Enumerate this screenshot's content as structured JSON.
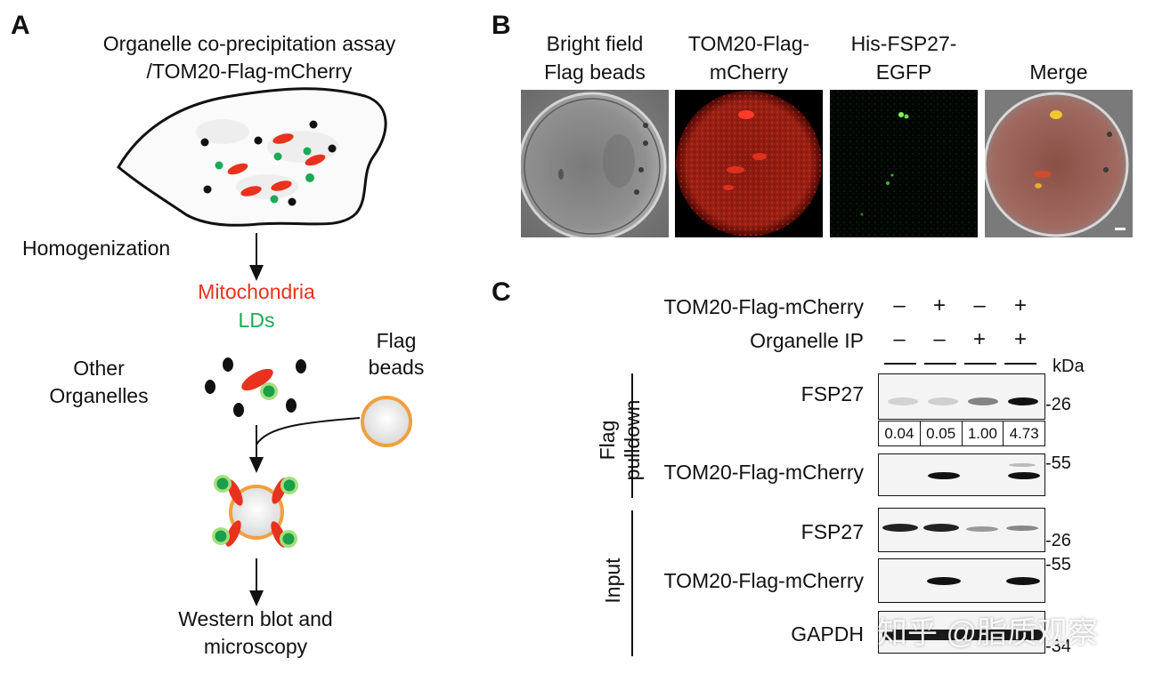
{
  "panels": {
    "a": "A",
    "b": "B",
    "c": "C"
  },
  "panel_a": {
    "title_line1": "Organelle co-precipitation assay",
    "title_line2": "/TOM20-Flag-mCherry",
    "step_homogenization": "Homogenization",
    "mitochondria": "Mitochondria",
    "lds": "LDs",
    "other_line1": "Other",
    "other_line2": "Organelles",
    "flag_line1": "Flag",
    "flag_line2": "beads",
    "final_line1": "Western blot and",
    "final_line2": "microscopy"
  },
  "panel_b": {
    "columns": [
      {
        "line1": "Bright field",
        "line2": "Flag beads"
      },
      {
        "line1": "TOM20-Flag-",
        "line2": "mCherry"
      },
      {
        "line1": "His-FSP27-",
        "line2": "EGFP"
      },
      {
        "line1": "",
        "line2": "Merge"
      }
    ]
  },
  "panel_c": {
    "row_tom20": "TOM20-Flag-mCherry",
    "row_ip": "Organelle IP",
    "tom20_signs": [
      "–",
      "+",
      "–",
      "+"
    ],
    "ip_signs": [
      "–",
      "–",
      "+",
      "+"
    ],
    "kda": "kDa",
    "group_pulldown_line1": "Flag",
    "group_pulldown_line2": "pulldown",
    "group_input": "Input",
    "blots": [
      {
        "label": "FSP27",
        "marker": "-26"
      },
      {
        "label": "TOM20-Flag-mCherry",
        "marker": "-55"
      },
      {
        "label": "FSP27",
        "marker": "-26"
      },
      {
        "label": "TOM20-Flag-mCherry",
        "marker": "-55"
      },
      {
        "label": "GAPDH",
        "marker": "-34"
      }
    ],
    "quantification": [
      "0.04",
      "0.05",
      "1.00",
      "4.73"
    ],
    "fsp27_pulldown_levels": [
      0.04,
      0.05,
      1.0,
      4.73
    ]
  },
  "watermark": "知乎 @脂质观察",
  "colors": {
    "mito": "#e8321e",
    "ld": "#1aaa55",
    "bead": "#f0a040"
  }
}
